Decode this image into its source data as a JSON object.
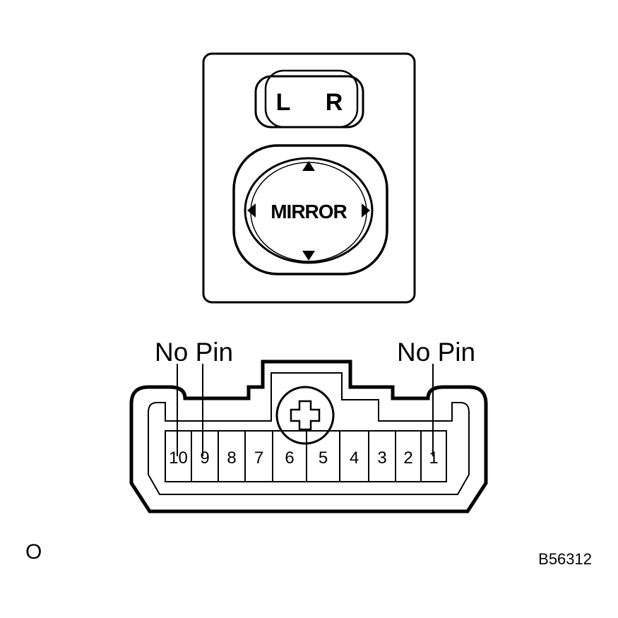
{
  "switch": {
    "left_label": "L",
    "right_label": "R",
    "mirror_label": "MIRROR",
    "arrow_left": "◀",
    "arrow_right": "▶"
  },
  "connector": {
    "label_left": "No Pin",
    "label_right": "No Pin",
    "pins": [
      "10",
      "9",
      "8",
      "7",
      "6",
      "5",
      "4",
      "3",
      "2",
      "1"
    ]
  },
  "footer": {
    "left_mark": "O",
    "figure_code": "B56312"
  }
}
